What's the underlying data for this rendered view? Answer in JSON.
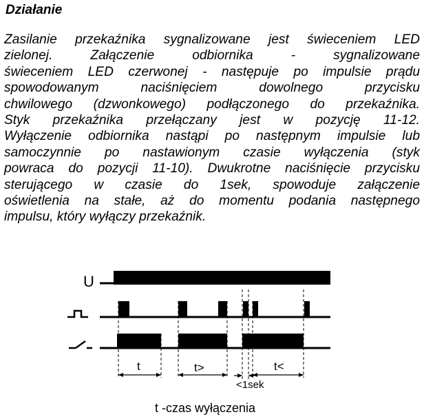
{
  "heading": "Działanie",
  "paragraph_lines": [
    "Zasilanie przekaźnika sygnalizowane jest świeceniem LED",
    "zielonej. Załączenie odbiornika - sygnalizowane",
    "świeceniem LED czerwonej - następuje po impulsie prądu",
    "spowodowanym naciśnięciem dowolnego przycisku",
    "chwilowego (dzwonkowego) podłączonego do przekaźnika.",
    "Styk przekaźnika przełączany jest w pozycję 11-12.",
    "Wyłączenie odbiornika nastąpi po następnym impulsie lub",
    "samoczynnie po nastawionym czasie wyłączenia (styk",
    "powraca do pozycji 11-10). Dwukrotne naciśnięcie przycisku",
    "sterującego w czasie do 1sek, spowoduje załączenie",
    "oświetlenia na stałe, aż do momentu podania następnego",
    "impulsu, który wyłączy przekaźnik."
  ],
  "diagram": {
    "supply_label": "U",
    "interval_labels": [
      "t",
      "t>",
      "<1sek",
      "t<"
    ],
    "caption": "t -czas wyłączenia"
  }
}
